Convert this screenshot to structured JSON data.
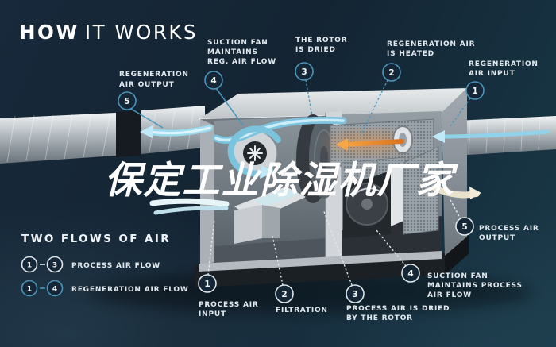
{
  "title": {
    "bold": "HOW",
    "rest": "IT WORKS"
  },
  "watermark": "保定工业除湿机厂家",
  "colors": {
    "accent_blue": "#4a96bb",
    "flow_blue": "#9fdcf1",
    "heat_orange": "#ef8c33",
    "text": "#e3eaef",
    "background": "#152736"
  },
  "callouts": {
    "top": [
      {
        "num": "5",
        "lines": [
          "REGENERATION",
          "AIR OUTPUT"
        ]
      },
      {
        "num": "4",
        "lines": [
          "SUCTION FAN",
          "MAINTAINS",
          "REG. AIR FLOW"
        ]
      },
      {
        "num": "3",
        "lines": [
          "THE ROTOR",
          "IS DRIED"
        ]
      },
      {
        "num": "2",
        "lines": [
          "REGENERATION AIR",
          "IS HEATED"
        ]
      },
      {
        "num": "1",
        "lines": [
          "REGENERATION",
          "AIR INPUT"
        ]
      }
    ],
    "bottom": [
      {
        "num": "1",
        "lines": [
          "PROCESS AIR",
          "INPUT"
        ]
      },
      {
        "num": "2",
        "lines": [
          "FILTRATION"
        ]
      },
      {
        "num": "3",
        "lines": [
          "PROCESS AIR IS DRIED",
          "BY THE ROTOR"
        ]
      },
      {
        "num": "4",
        "lines": [
          "SUCTION FAN",
          "MAINTAINS PROCESS",
          "AIR FLOW"
        ]
      },
      {
        "num": "5",
        "lines": [
          "PROCESS AIR",
          "OUTPUT"
        ]
      }
    ]
  },
  "legend": {
    "title": "TWO FLOWS OF AIR",
    "rows": [
      {
        "from": "1",
        "to": "3",
        "label": "PROCESS AIR FLOW"
      },
      {
        "from": "1",
        "to": "4",
        "label": "REGENERATION AIR FLOW"
      }
    ]
  }
}
